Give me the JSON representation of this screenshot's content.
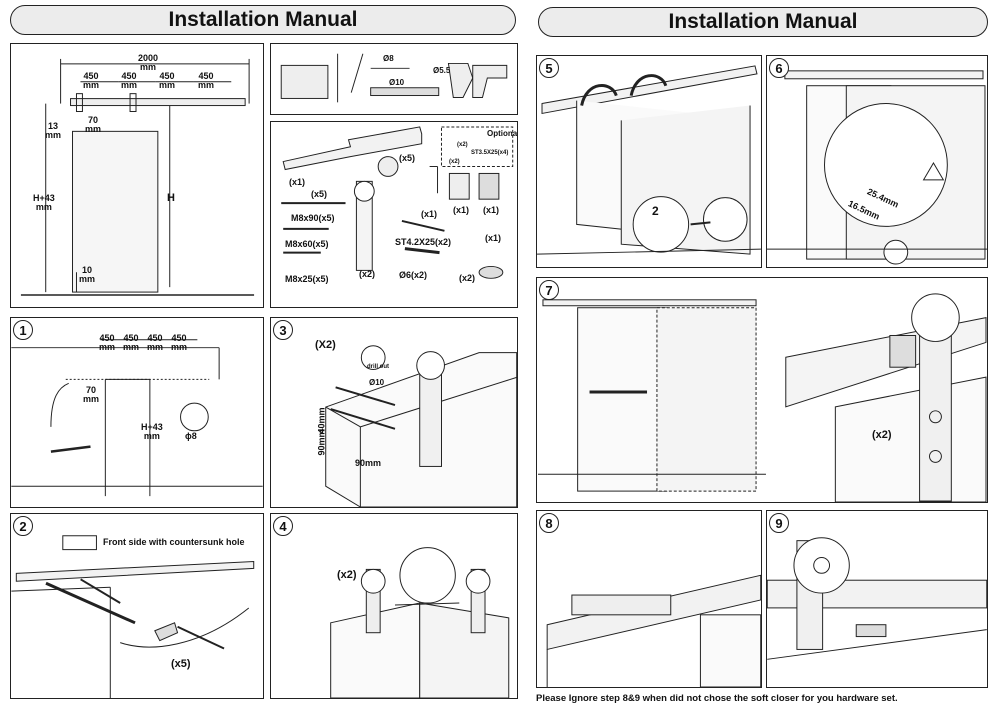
{
  "headers": {
    "left": "Installation Manual",
    "right": "Installation Manual"
  },
  "overview": {
    "total": "2000",
    "unit": "mm",
    "spacing": [
      "450",
      "450",
      "450",
      "450"
    ],
    "offset_top": "13",
    "offset_left": "70",
    "height_total": "H+43",
    "height": "H",
    "gap_bottom": "10"
  },
  "tools": {
    "drill_8": "Ø8",
    "drill_10": "Ø10",
    "drill_55": "Ø5.5"
  },
  "parts": {
    "rail_qty": "(x1)",
    "spacer_qty": "(x5)",
    "washer_qty": "(x5)",
    "bolt_m8x90": "M8x90(x5)",
    "bolt_m8x60": "M8x60(x5)",
    "bolt_m8x25": "M8x25(x5)",
    "hanger_qty": "(x2)",
    "allen_qty": "(x1)",
    "screw_st": "ST4.2X25(x2)",
    "anchor": "Ø6(x2)",
    "stop_qty1": "(x1)",
    "stop_qty2": "(x1)",
    "guide_qty": "(x1)",
    "wheel_qty": "(x2)",
    "optional_title": "Optional",
    "opt_qty": "(x2)",
    "opt_screw": "ST3.5X25(x4)",
    "opt_bar_qty": "(x2)"
  },
  "steps": {
    "s1": {
      "num": "1",
      "spacing": [
        "450",
        "450",
        "450",
        "450"
      ],
      "unit": "mm",
      "left": "70",
      "height": "H+43",
      "hole": "ϕ8"
    },
    "s2": {
      "num": "2",
      "caption": "Front side with countersunk hole",
      "qty": "(x5)"
    },
    "s3": {
      "num": "3",
      "qty": "(X2)",
      "drill_out": "drill out",
      "drill_size": "Ø10",
      "dim_40": "40mm",
      "dim_90v": "90mm",
      "dim_90h": "90mm"
    },
    "s4": {
      "num": "4",
      "qty": "(x2)"
    },
    "s5": {
      "num": "5",
      "sub": "2"
    },
    "s6": {
      "num": "6",
      "dim1": "25.4mm",
      "dim2": "16.5mm"
    },
    "s7": {
      "num": "7",
      "qty": "(x2)"
    },
    "s8": {
      "num": "8"
    },
    "s9": {
      "num": "9"
    }
  },
  "footer_note": "Please Ignore step 8&9 when did not chose the soft closer for you hardware set."
}
